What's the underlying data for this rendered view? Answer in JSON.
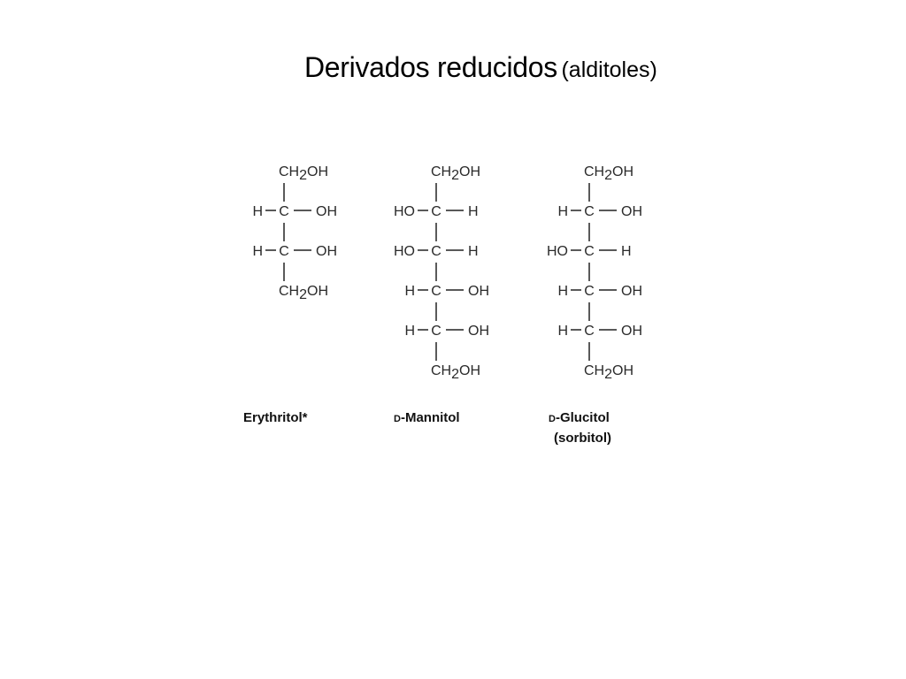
{
  "title": {
    "main": "Derivados reducidos",
    "sub": "(alditoles)"
  },
  "compounds": [
    {
      "id": "erythritol",
      "name": "Erythritol*",
      "top": "CH2OH",
      "bottom": "CH2OH",
      "rows": [
        {
          "left": "H",
          "right": "OH"
        },
        {
          "left": "H",
          "right": "OH"
        }
      ]
    },
    {
      "id": "mannitol",
      "name_prefix": "D",
      "name": "-Mannitol",
      "top": "CH2OH",
      "bottom": "CH2OH",
      "rows": [
        {
          "left": "HO",
          "right": "H"
        },
        {
          "left": "HO",
          "right": "H"
        },
        {
          "left": "H",
          "right": "OH"
        },
        {
          "left": "H",
          "right": "OH"
        }
      ]
    },
    {
      "id": "glucitol",
      "name_prefix": "D",
      "name": "-Glucitol",
      "name_line2": "(sorbitol)",
      "top": "CH2OH",
      "bottom": "CH2OH",
      "rows": [
        {
          "left": "H",
          "right": "OH"
        },
        {
          "left": "HO",
          "right": "H"
        },
        {
          "left": "H",
          "right": "OH"
        },
        {
          "left": "H",
          "right": "OH"
        }
      ]
    }
  ],
  "atom_label": "C"
}
